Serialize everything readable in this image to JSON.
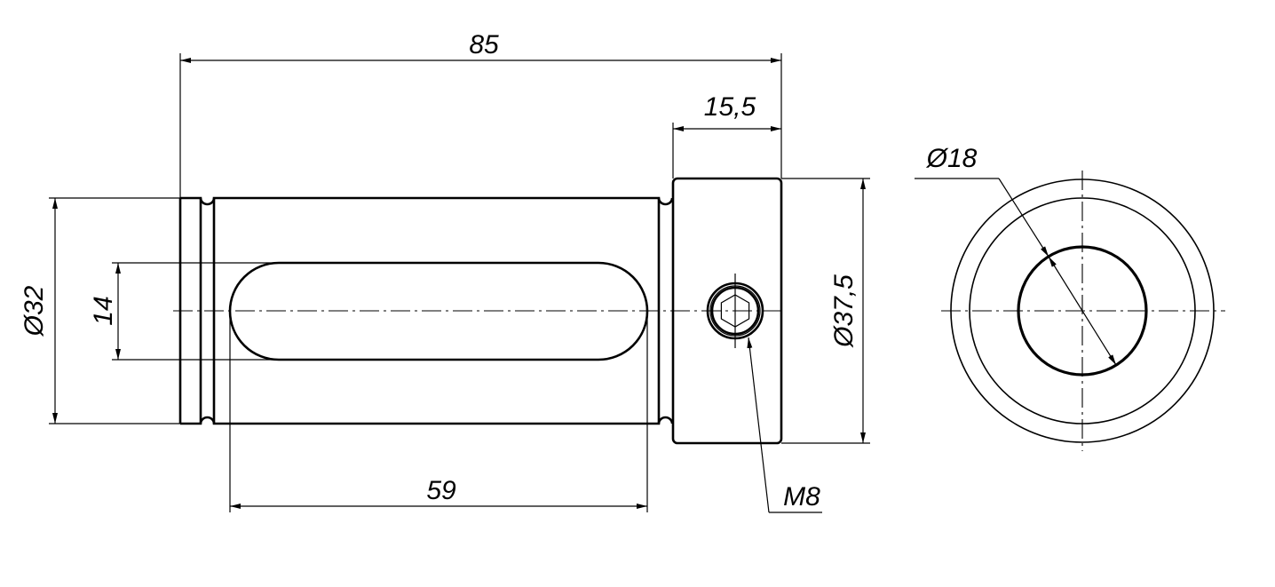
{
  "dimensions": {
    "overall_length": "85",
    "collar_length": "15,5",
    "shaft_diameter": "Ø32",
    "slot_width": "14",
    "collar_diameter": "Ø37,5",
    "slot_length": "59",
    "screw_thread": "M8",
    "bore_diameter": "Ø18"
  },
  "colors": {
    "line": "#000000",
    "background": "#ffffff"
  }
}
